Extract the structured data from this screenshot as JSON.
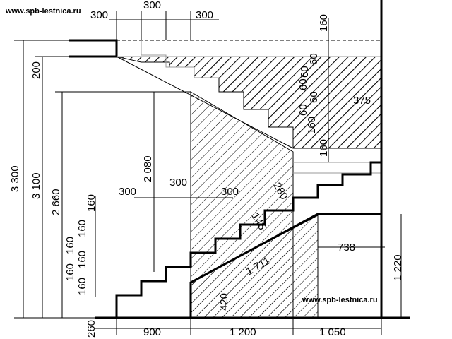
{
  "watermark_top": "www.spb-lestnica.ru",
  "watermark_bottom": "www.spb-lestnica.ru",
  "dimensions": {
    "upper_tread_1": "300",
    "upper_tread_2": "300",
    "upper_tread_3": "300",
    "top_riser": "160",
    "upper_risers": [
      "60",
      "60",
      "60",
      "60",
      "60"
    ],
    "upper_riser_last": "160",
    "upper_riser_bottom": "160",
    "landing_offset": "375",
    "total_height": "3 300",
    "floor_to_floor": "3 100",
    "landing_height": "2 660",
    "headroom": "2 080",
    "slab_thickness": "200",
    "lower_tread_1": "300",
    "lower_tread_2": "300",
    "lower_tread_3": "300",
    "lower_risers": [
      "160",
      "160",
      "160",
      "160",
      "160",
      "160"
    ],
    "stringer_depth": "280",
    "lower_stringer_depth": "145",
    "flight_length": "1 711",
    "right_span": "738",
    "wall_height": "1 220",
    "support_height": "420",
    "base_height": "260",
    "bottom_left": "900",
    "bottom_middle": "1 200",
    "bottom_right": "1 050"
  }
}
